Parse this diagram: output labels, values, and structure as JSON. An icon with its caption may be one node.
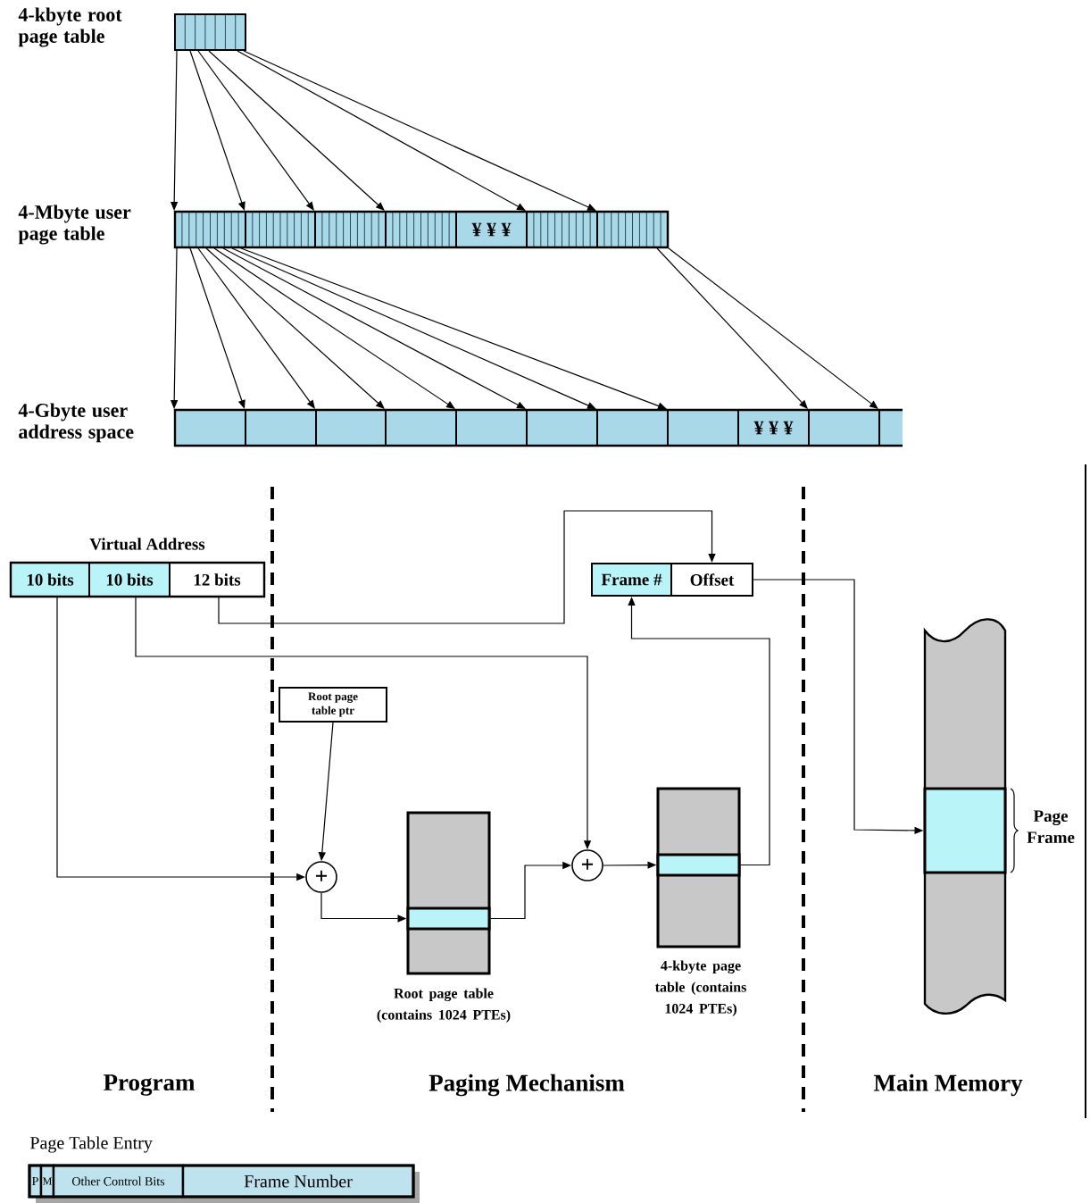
{
  "diagram": {
    "nodes": [
      {
        "text": [
          "4-kbyte root page table"
        ]
      },
      {
        "text": [
          "4-Mbyte user page table"
        ]
      },
      {
        "text": [],
        "shape": "box",
        "in": 1
      },
      {
        "text": [],
        "shape": "box",
        "in": 1
      },
      {
        "text": [],
        "shape": "box",
        "in": 1
      },
      {
        "text": [],
        "shape": "box",
        "in": 1
      },
      {
        "text": [
          "¥ ¥ ¥"
        ],
        "in": 1
      },
      {
        "text": [],
        "shape": "box",
        "in": 1
      },
      {
        "text": [],
        "shape": "box",
        "in": 1
      },
      {
        "text": [
          "4-Gbyte user address space"
        ]
      },
      {
        "text": [],
        "shape": "box",
        "in": 9
      },
      {
        "text": [],
        "shape": "box",
        "in": 9
      },
      {
        "text": [],
        "shape": "box",
        "in": 9
      },
      {
        "text": [],
        "shape": "box",
        "in": 9
      },
      {
        "text": [],
        "shape": "box",
        "in": 9
      },
      {
        "text": [],
        "shape": "box",
        "in": 9
      },
      {
        "text": [],
        "shape": "box",
        "in": 9
      },
      {
        "text": [],
        "shape": "box",
        "in": 9
      },
      {
        "text": [
          "¥ ¥ ¥"
        ],
        "in": 9
      },
      {
        "text": [],
        "shape": "box",
        "in": 9
      },
      {
        "text": [],
        "shape": "box",
        "in": 9
      },
      {
        "text": [
          "Virtual Address"
        ]
      },
      {
        "text": [
          "10 bits"
        ],
        "in": 21
      },
      {
        "text": [
          "10 bits"
        ],
        "in": 21
      },
      {
        "text": [
          "12 bits"
        ],
        "in": 21
      },
      {
        "text": [
          "Root page table ptr"
        ]
      },
      {
        "text": [
          "+"
        ]
      },
      {
        "text": [],
        "shape": "box",
        "beside": [
          "Root page table (contains 1024 PTEs)"
        ]
      },
      {
        "text": [],
        "shape": "bar",
        "in": 27
      },
      {
        "text": [
          "+"
        ]
      },
      {
        "text": [],
        "shape": "box",
        "beside": [
          "4-kbyte page table (contains 1024 PTEs)"
        ]
      },
      {
        "text": [],
        "shape": "bar",
        "in": 30
      },
      {
        "text": [
          "Frame #"
        ]
      },
      {
        "text": [
          "Offset"
        ]
      },
      {
        "text": [],
        "shape": "box"
      },
      {
        "text": [],
        "shape": "bar",
        "in": 34,
        "beside": [
          "Page Frame"
        ]
      },
      {
        "text": [
          "Page Table Entry"
        ]
      },
      {
        "text": [
          "P"
        ],
        "in": 36
      },
      {
        "text": [
          "M"
        ],
        "in": 36
      },
      {
        "text": [
          "Other Control Bits"
        ],
        "in": 36
      },
      {
        "text": [
          "Frame Number"
        ],
        "in": 36
      }
    ],
    "edges": [
      {
        "from": 0,
        "to": 2,
        "arrow": "to"
      },
      {
        "from": 0,
        "to": 3,
        "arrow": "to"
      },
      {
        "from": 0,
        "to": 4,
        "arrow": "to"
      },
      {
        "from": 0,
        "to": 5,
        "arrow": "to"
      },
      {
        "from": 0,
        "to": 7,
        "arrow": "to"
      },
      {
        "from": 0,
        "to": 8,
        "arrow": "to"
      },
      {
        "from": 2,
        "to": 10,
        "arrow": "to"
      },
      {
        "from": 2,
        "to": 11,
        "arrow": "to"
      },
      {
        "from": 2,
        "to": 12,
        "arrow": "to"
      },
      {
        "from": 2,
        "to": 13,
        "arrow": "to"
      },
      {
        "from": 2,
        "to": 14,
        "arrow": "to"
      },
      {
        "from": 2,
        "to": 15,
        "arrow": "to"
      },
      {
        "from": 2,
        "to": 16,
        "arrow": "to"
      },
      {
        "from": 2,
        "to": 17,
        "arrow": "to"
      },
      {
        "from": 8,
        "to": 19,
        "arrow": "to"
      },
      {
        "from": 8,
        "to": 20,
        "arrow": "to"
      },
      {
        "from": 22,
        "to": 26,
        "arrow": "to"
      },
      {
        "from": 25,
        "to": 26,
        "arrow": "to"
      },
      {
        "from": 26,
        "to": 28,
        "arrow": "to"
      },
      {
        "from": 28,
        "to": 29,
        "arrow": "to"
      },
      {
        "from": 23,
        "to": 29,
        "arrow": "to"
      },
      {
        "from": 29,
        "to": 31,
        "arrow": "to"
      },
      {
        "from": 31,
        "to": 32,
        "arrow": "to"
      },
      {
        "from": 24,
        "to": 33,
        "arrow": "to"
      },
      {
        "from": 33,
        "to": 35,
        "arrow": "to"
      }
    ],
    "labels": [
      "Program",
      "Paging Mechanism",
      "Main Memory"
    ]
  }
}
